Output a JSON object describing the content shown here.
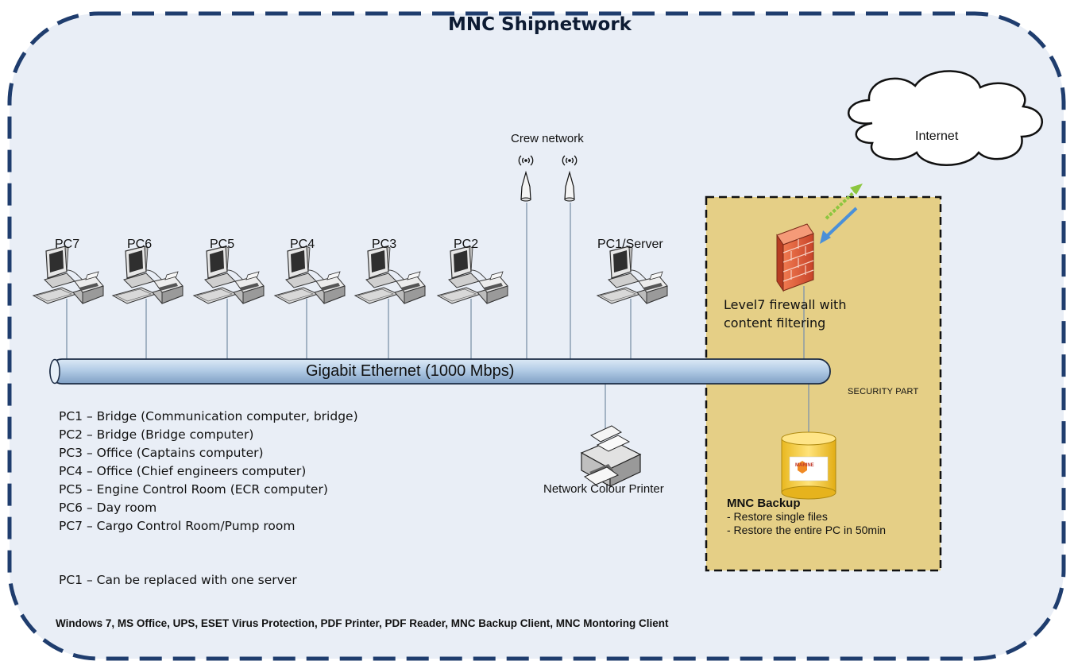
{
  "title": "MNC Shipnetwork",
  "pcs": [
    {
      "label": "PC7"
    },
    {
      "label": "PC6"
    },
    {
      "label": "PC5"
    },
    {
      "label": "PC4"
    },
    {
      "label": "PC3"
    },
    {
      "label": "PC2"
    },
    {
      "label": "PC1/Server"
    }
  ],
  "crew_network": "Crew network",
  "ethernet": "Gigabit Ethernet (1000 Mbps)",
  "internet": "Internet",
  "firewall": {
    "line1": "Level7 firewall with",
    "line2": "content filtering"
  },
  "security_part": "SECURITY PART",
  "backup": {
    "logo_text": "MARINE",
    "title": "MNC Backup",
    "lines": [
      "- Restore single files",
      "- Restore the entire PC in 50min"
    ]
  },
  "printer": "Network Colour Printer",
  "legend": [
    "PC1 – Bridge (Communication computer, bridge)",
    "PC2 – Bridge (Bridge computer)",
    "PC3 – Office (Captains computer)",
    "PC4 – Office (Chief engineers computer)",
    "PC5 – Engine Control Room (ECR computer)",
    "PC6 – Day room",
    "PC7 – Cargo Control Room/Pump room"
  ],
  "legend_note": "PC1 – Can be replaced with one server",
  "footer": "Windows 7, MS Office, UPS, ESET Virus Protection, PDF Printer, PDF Reader, MNC Backup Client, MNC Montoring Client",
  "colors": {
    "background": "#e9eef6",
    "border": "#1f3d6e",
    "security_fill": "#e5cf86",
    "ethernet_fill": "#b9d0e8",
    "firewall": "#e5623a"
  }
}
